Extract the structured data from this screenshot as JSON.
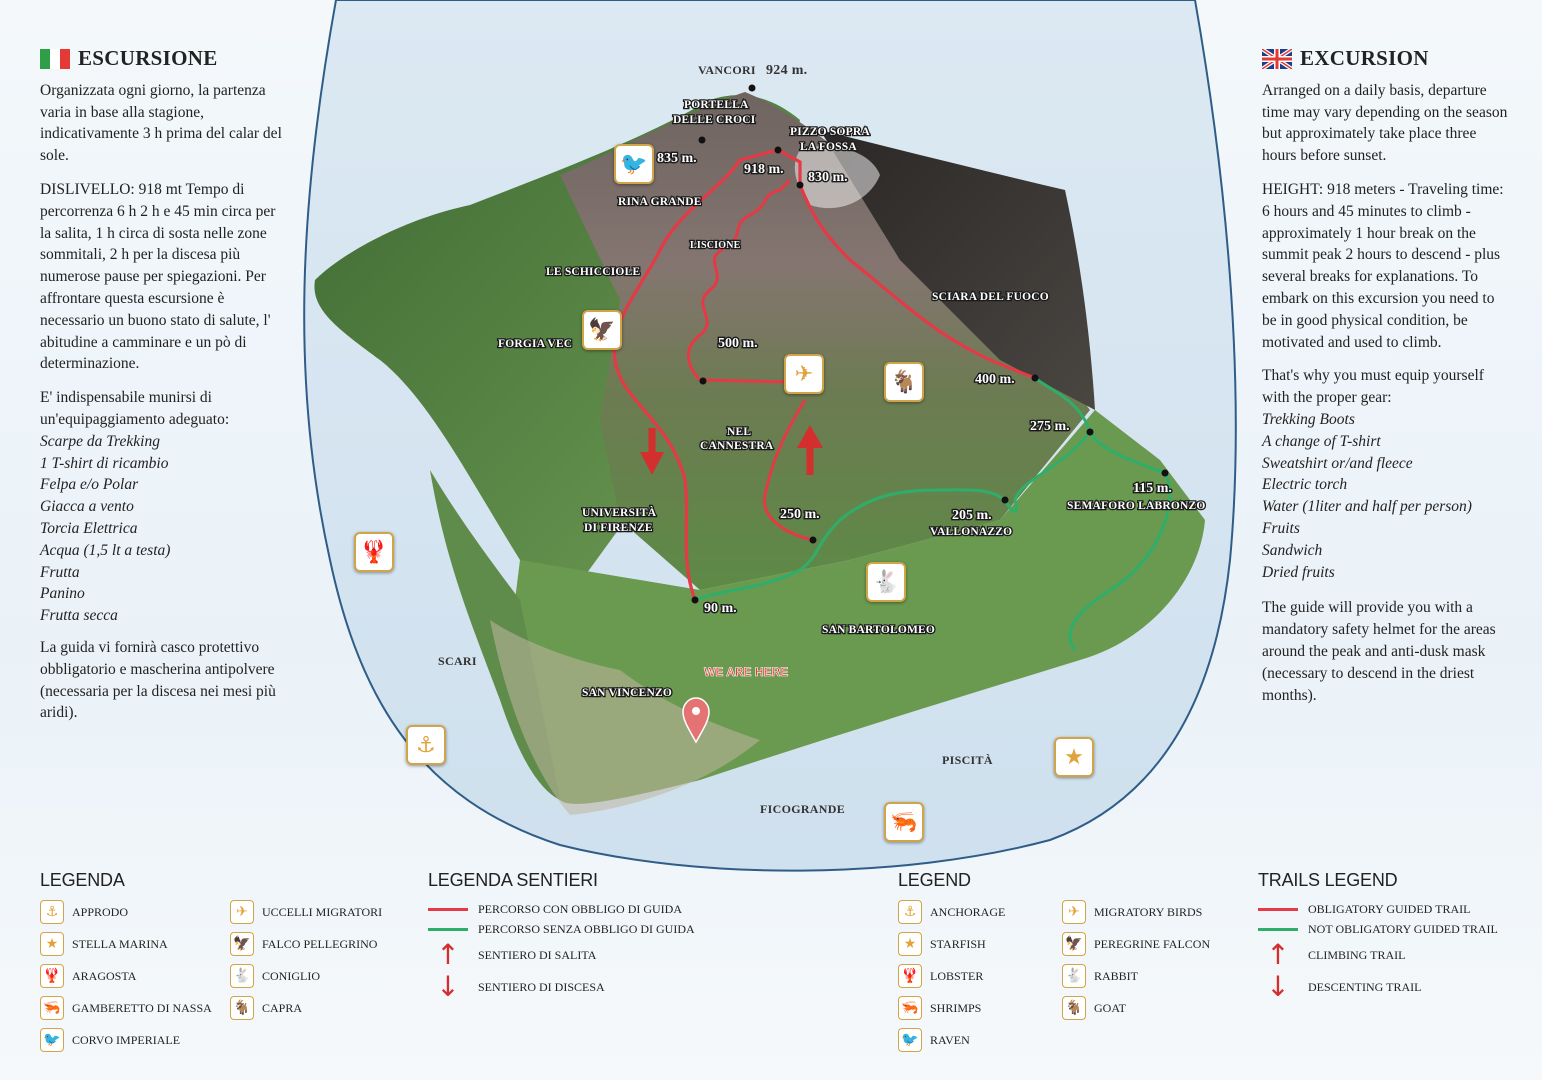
{
  "italian": {
    "title": "ESCURSIONE",
    "intro": "Organizzata ogni giorno, la partenza varia in base alla stagione, indicativamente 3 h prima del calar del sole.",
    "details": "DISLIVELLO: 918 mt Tempo di percorrenza 6 h 2 h e 45 min circa per la salita, 1 h circa di sosta nelle zone sommitali, 2 h per la discesa più numerose pause per spiegazioni. Per affrontare questa escursione è necessario un buono stato di salute, l' abitudine a camminare e un pò di determinazione.",
    "equip_intro": "E' indispensabile munirsi di un'equipaggiamento adeguato:",
    "equipment": [
      "Scarpe da Trekking",
      "1 T-shirt di ricambio",
      "Felpa e/o Polar",
      "Giacca a vento",
      "Torcia Elettrica",
      "Acqua (1,5 lt a testa)",
      "Frutta",
      "Panino",
      "Frutta secca"
    ],
    "closing": "La guida vi fornirà casco protettivo obbligatorio e mascherina antipolvere (necessaria per la discesa nei mesi più aridi)."
  },
  "english": {
    "title": "EXCURSION",
    "intro": "Arranged on a daily basis, departure time may vary depending on the season but approximately take place three hours before sunset.",
    "details": "HEIGHT: 918 meters - Traveling time: 6 hours and 45 minutes to climb - approximately 1 hour break on the summit peak 2 hours to descend - plus several breaks for explanations. To embark on this excursion you need to be in good physical condition, be motivated and used to climb.",
    "equip_intro": "That's why you must equip yourself with the proper gear:",
    "equipment": [
      "Trekking Boots",
      "A change of T-shirt",
      "Sweatshirt or/and fleece",
      "Electric torch",
      "Water (1liter and half per person)",
      "Fruits",
      "Sandwich",
      "Dried fruits"
    ],
    "closing": "The guide will provide you with a mandatory safety helmet for the areas around the peak and anti-dusk mask (necessary to descend in the driest months)."
  },
  "map": {
    "labels": {
      "vancori": "VANCORI",
      "vancori_alt": "924 m.",
      "portella1": "PORTELLA",
      "portella2": "DELLE CROCI",
      "pizzo1": "PIZZO SOPRA",
      "pizzo2": "LA FOSSA",
      "rina": "RINA GRANDE",
      "liscione": "LISCIONE",
      "schicciole": "LE SCHICCIOLE",
      "forgia": "FORGIA VEC",
      "sciara": "SCIARA DEL FUOCO",
      "nel1": "NEL",
      "nel2": "CANNESTRA",
      "univ1": "UNIVERSITÀ",
      "univ2": "DI FIRENZE",
      "vallonazzo": "VALLONAZZO",
      "semaforo": "SEMAFORO LABRONZO",
      "bartolomeo": "SAN BARTOLOMEO",
      "vincenzo": "SAN VINCENZO",
      "scari": "SCARI",
      "piscita": "PISCITÀ",
      "ficogrande": "FICOGRANDE",
      "here": "WE ARE HERE"
    },
    "altitudes": {
      "a835": "835 m.",
      "a918": "918 m.",
      "a830": "830 m.",
      "a500": "500 m.",
      "a400": "400 m.",
      "a275": "275 m.",
      "a250": "250 m.",
      "a205": "205 m.",
      "a115": "115 m.",
      "a90": "90 m."
    }
  },
  "legend_it": {
    "title": "LEGENDA",
    "items": [
      {
        "icon": "anchor-icon",
        "label": "APPRODO"
      },
      {
        "icon": "bird-icon",
        "label": "UCCELLI MIGRATORI"
      },
      {
        "icon": "starfish-icon",
        "label": "STELLA MARINA"
      },
      {
        "icon": "falcon-icon",
        "label": "FALCO PELLEGRINO"
      },
      {
        "icon": "lobster-icon",
        "label": "ARAGOSTA"
      },
      {
        "icon": "rabbit-icon",
        "label": "CONIGLIO"
      },
      {
        "icon": "shrimp-icon",
        "label": "GAMBERETTO DI NASSA"
      },
      {
        "icon": "goat-icon",
        "label": "CAPRA"
      },
      {
        "icon": "raven-icon",
        "label": "CORVO IMPERIALE"
      }
    ]
  },
  "trails_it": {
    "title": "LEGENDA SENTIERI",
    "guided": "PERCORSO CON OBBLIGO DI GUIDA",
    "unguided": "PERCORSO SENZA OBBLIGO DI GUIDA",
    "climb": "SENTIERO DI SALITA",
    "descent": "SENTIERO DI DISCESA"
  },
  "legend_en": {
    "title": "LEGEND",
    "items": [
      {
        "icon": "anchor-icon",
        "label": "ANCHORAGE"
      },
      {
        "icon": "bird-icon",
        "label": "MIGRATORY BIRDS"
      },
      {
        "icon": "starfish-icon",
        "label": "STARFISH"
      },
      {
        "icon": "falcon-icon",
        "label": "PEREGRINE FALCON"
      },
      {
        "icon": "lobster-icon",
        "label": "LOBSTER"
      },
      {
        "icon": "rabbit-icon",
        "label": "RABBIT"
      },
      {
        "icon": "shrimp-icon",
        "label": "SHRIMPS"
      },
      {
        "icon": "goat-icon",
        "label": "GOAT"
      },
      {
        "icon": "raven-icon",
        "label": "RAVEN"
      }
    ]
  },
  "trails_en": {
    "title": "TRAILS LEGEND",
    "guided": "OBLIGATORY GUIDED TRAIL",
    "unguided": "NOT OBLIGATORY GUIDED TRAIL",
    "climb": "CLIMBING TRAIL",
    "descent": "DESCENTING TRAIL"
  },
  "colors": {
    "guided": "#e53945",
    "unguided": "#2fae6b",
    "icon_accent": "#e2a23a"
  }
}
